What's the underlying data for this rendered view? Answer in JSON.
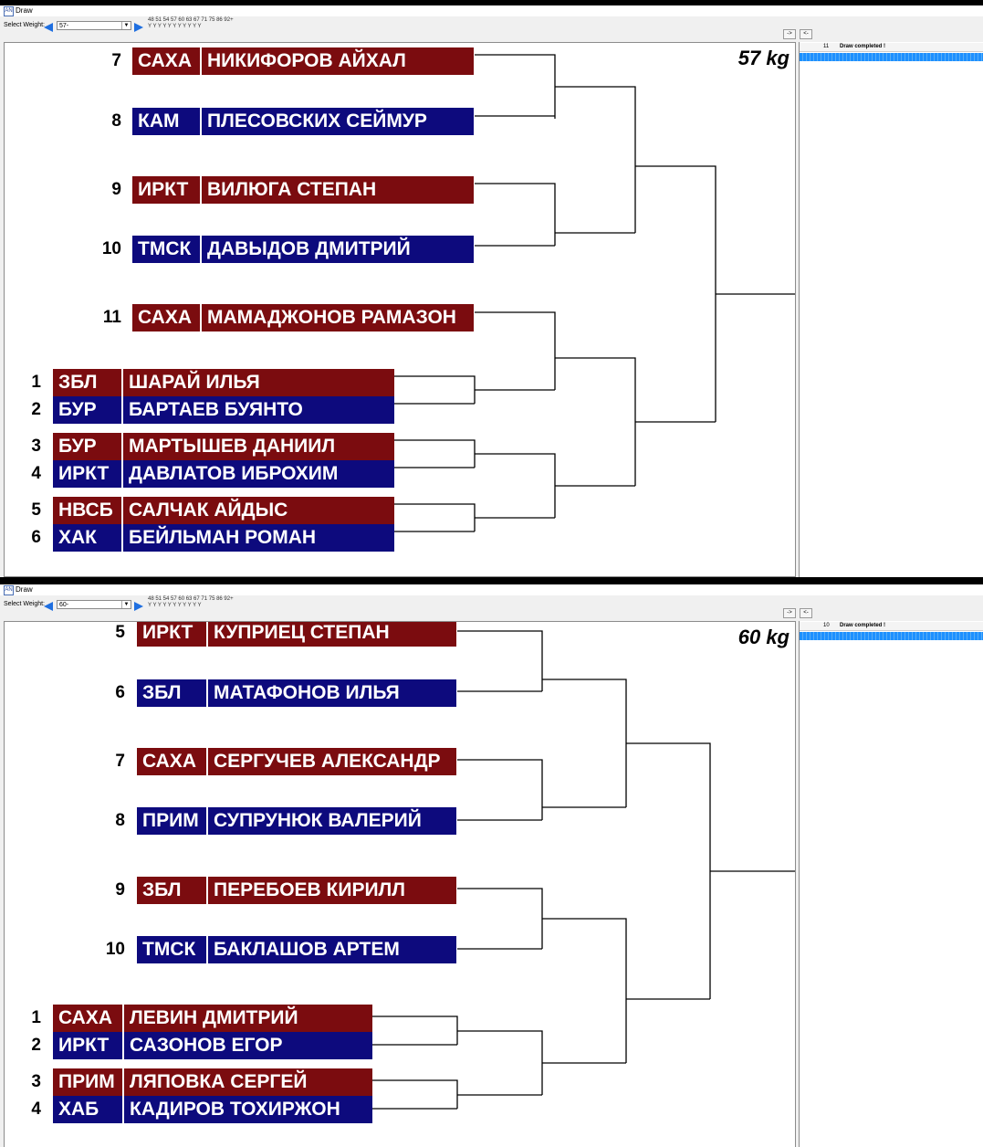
{
  "panels": [
    {
      "window_title": "Draw",
      "select_label": "Select Weight:",
      "select_value": "57-",
      "weights_row": "48 51 54 57 60 63 67 71 75 86 92+",
      "marks_row": "Y Y Y Y Y Y Y Y Y Y Y",
      "nav_next": "->",
      "nav_prev": "<-",
      "weight_title": "57 kg",
      "status_num": "11",
      "status_msg": "Draw completed !",
      "competitors": [
        {
          "num": "7",
          "club": "САХА",
          "name": "НИКИФОРОВ АЙХАЛ",
          "color": "red"
        },
        {
          "num": "8",
          "club": "КАМ",
          "name": "ПЛЕСОВСКИХ СЕЙМУР",
          "color": "blue"
        },
        {
          "num": "9",
          "club": "ИРКТ",
          "name": "ВИЛЮГА СТЕПАН",
          "color": "red"
        },
        {
          "num": "10",
          "club": "ТМСК",
          "name": "ДАВЫДОВ ДМИТРИЙ",
          "color": "blue"
        },
        {
          "num": "11",
          "club": "САХА",
          "name": "МАМАДЖОНОВ РАМАЗОН",
          "color": "red"
        },
        {
          "num": "1",
          "club": "ЗБЛ",
          "name": "ШАРАЙ ИЛЬЯ",
          "color": "red"
        },
        {
          "num": "2",
          "club": "БУР",
          "name": "БАРТАЕВ БУЯНТО",
          "color": "blue"
        },
        {
          "num": "3",
          "club": "БУР",
          "name": "МАРТЫШЕВ ДАНИИЛ",
          "color": "red"
        },
        {
          "num": "4",
          "club": "ИРКТ",
          "name": "ДАВЛАТОВ ИБРОХИМ",
          "color": "blue"
        },
        {
          "num": "5",
          "club": "НВСБ",
          "name": "САЛЧАК АЙДЫС",
          "color": "red"
        },
        {
          "num": "6",
          "club": "ХАК",
          "name": "БЕЙЛЬМАН РОМАН",
          "color": "blue"
        }
      ]
    },
    {
      "window_title": "Draw",
      "select_label": "Select Weight:",
      "select_value": "60-",
      "weights_row": "48 51 54 57 60 63 67 71 75 86 92+",
      "marks_row": "Y Y Y Y Y Y Y Y Y Y Y",
      "nav_next": "->",
      "nav_prev": "<-",
      "weight_title": "60 kg",
      "status_num": "10",
      "status_msg": "Draw completed !",
      "competitors": [
        {
          "num": "5",
          "club": "ИРКТ",
          "name": "КУПРИЕЦ СТЕПАН",
          "color": "red"
        },
        {
          "num": "6",
          "club": "ЗБЛ",
          "name": "МАТАФОНОВ ИЛЬЯ",
          "color": "blue"
        },
        {
          "num": "7",
          "club": "САХА",
          "name": "СЕРГУЧЕВ АЛЕКСАНДР",
          "color": "red"
        },
        {
          "num": "8",
          "club": "ПРИМ",
          "name": "СУПРУНЮК ВАЛЕРИЙ",
          "color": "blue"
        },
        {
          "num": "9",
          "club": "ЗБЛ",
          "name": "ПЕРЕБОЕВ КИРИЛЛ",
          "color": "red"
        },
        {
          "num": "10",
          "club": "ТМСК",
          "name": "БАКЛАШОВ АРТЕМ",
          "color": "blue"
        },
        {
          "num": "1",
          "club": "САХА",
          "name": "ЛЕВИН ДМИТРИЙ",
          "color": "red"
        },
        {
          "num": "2",
          "club": "ИРКТ",
          "name": "САЗОНОВ ЕГОР",
          "color": "blue"
        },
        {
          "num": "3",
          "club": "ПРИМ",
          "name": "ЛЯПОВКА СЕРГЕЙ",
          "color": "red"
        },
        {
          "num": "4",
          "club": "ХАБ",
          "name": "КАДИРОВ ТОХИРЖОН",
          "color": "blue"
        }
      ]
    }
  ]
}
